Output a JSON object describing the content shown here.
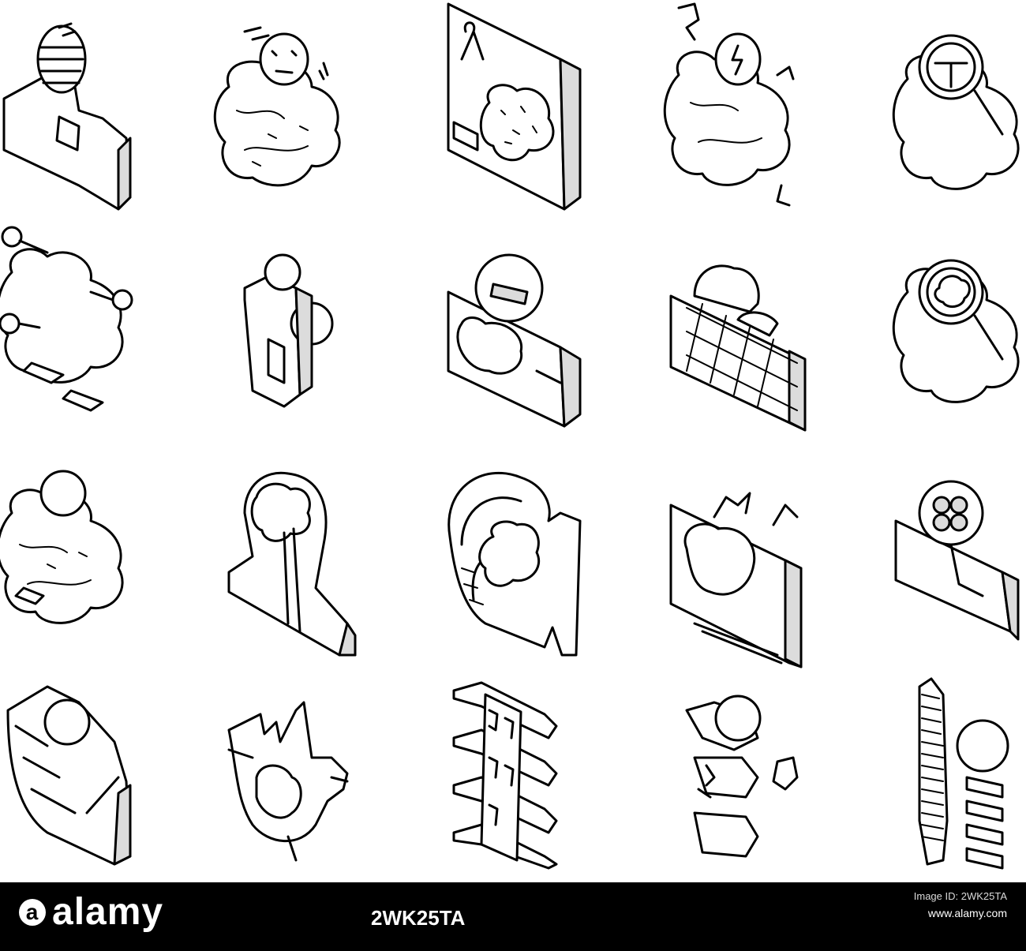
{
  "footer": {
    "brand": "alamy",
    "image_id": "2WK25TA",
    "id_label": "Image ID: 2WK25TA",
    "url": "www.alamy.com",
    "bg_color": "#000000",
    "text_color": "#ffffff"
  },
  "icons": [
    {
      "name": "surgeon-icon"
    },
    {
      "name": "brain-face-mask-icon"
    },
    {
      "name": "cancer-ribbon-brain-scan-icon"
    },
    {
      "name": "brain-lightning-icon"
    },
    {
      "name": "brain-magnifier-icon"
    },
    {
      "name": "brain-network-icon"
    },
    {
      "name": "patient-body-icon"
    },
    {
      "name": "brain-scan-monitor-icon"
    },
    {
      "name": "patient-mri-icon"
    },
    {
      "name": "brain-tumor-magnifier-icon"
    },
    {
      "name": "brain-head-icon"
    },
    {
      "name": "head-profile-brain-icon"
    },
    {
      "name": "mri-machine-icon"
    },
    {
      "name": "kidney-stone-icon"
    },
    {
      "name": "cell-cluster-icon"
    },
    {
      "name": "bandaged-head-icon"
    },
    {
      "name": "heart-icon"
    },
    {
      "name": "spine-vertebrae-icon"
    },
    {
      "name": "spine-injury-icon"
    },
    {
      "name": "spine-pain-icon"
    }
  ]
}
